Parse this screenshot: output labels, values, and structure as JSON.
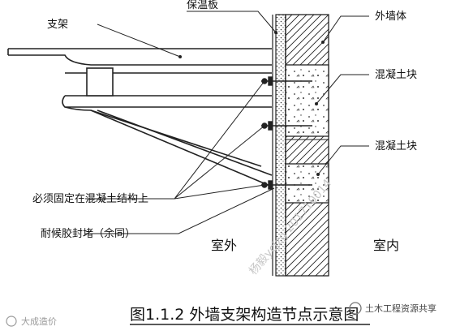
{
  "labels": {
    "bracket": "支架",
    "insulation": "保温板",
    "outer_wall": "外墙体",
    "concrete_block_1": "混凝土块",
    "concrete_block_2": "混凝土块",
    "fix_note": "必须固定在混凝土结构上",
    "sealant_note": "耐候胶封堵（余同）",
    "outdoor": "室外",
    "indoor": "室内"
  },
  "caption": "图1.1.2 外墙支架构造节点示意图",
  "watermarks": {
    "bottom_left": "大成造价",
    "bottom_right": "土木工程资源共享",
    "faint_text": "杨毅ycjzg 201710014"
  }
}
